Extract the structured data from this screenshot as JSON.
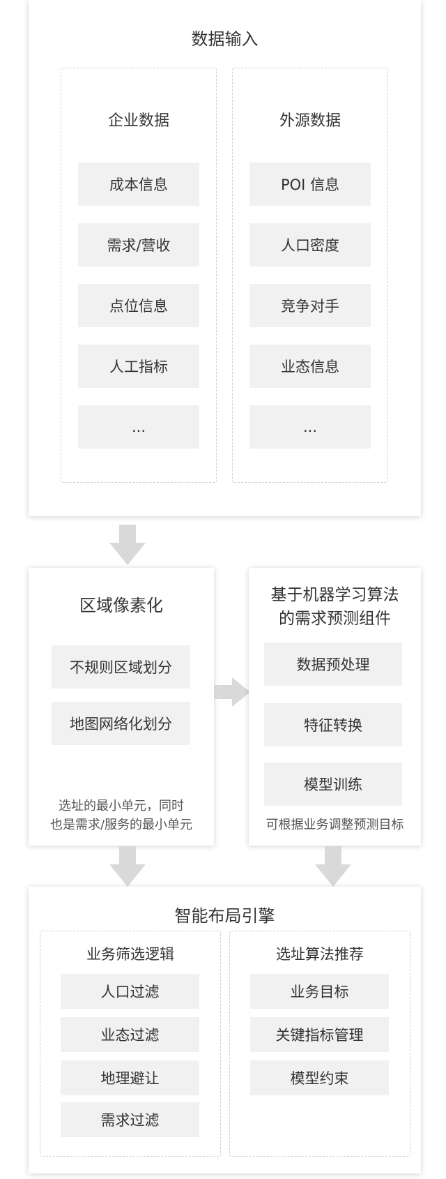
{
  "data_input": {
    "title": "数据输入",
    "enterprise": {
      "title": "企业数据",
      "items": [
        "成本信息",
        "需求/营收",
        "点位信息",
        "人工指标",
        "..."
      ]
    },
    "external": {
      "title": "外源数据",
      "items": [
        "POI 信息",
        "人口密度",
        "竞争对手",
        "业态信息",
        "..."
      ]
    }
  },
  "pixelization": {
    "title": "区域像素化",
    "items": [
      "不规则区域划分",
      "地图网络化划分"
    ],
    "note_line1": "选址的最小单元，同时",
    "note_line2": "也是需求/服务的最小单元"
  },
  "prediction": {
    "title_line1": "基于机器学习算法",
    "title_line2": "的需求预测组件",
    "items": [
      "数据预处理",
      "特征转换",
      "模型训练"
    ],
    "note": "可根据业务调整预测目标"
  },
  "engine": {
    "title": "智能布局引擎",
    "filter": {
      "title": "业务筛选逻辑",
      "items": [
        "人口过滤",
        "业态过滤",
        "地理避让",
        "需求过滤"
      ]
    },
    "recommend": {
      "title": "选址算法推荐",
      "items": [
        "业务目标",
        "关键指标管理",
        "模型约束"
      ]
    }
  },
  "colors": {
    "arrow": "#d9d9d9",
    "pill": "#f1f1f1",
    "dashed_border": "#cfcfcf"
  }
}
